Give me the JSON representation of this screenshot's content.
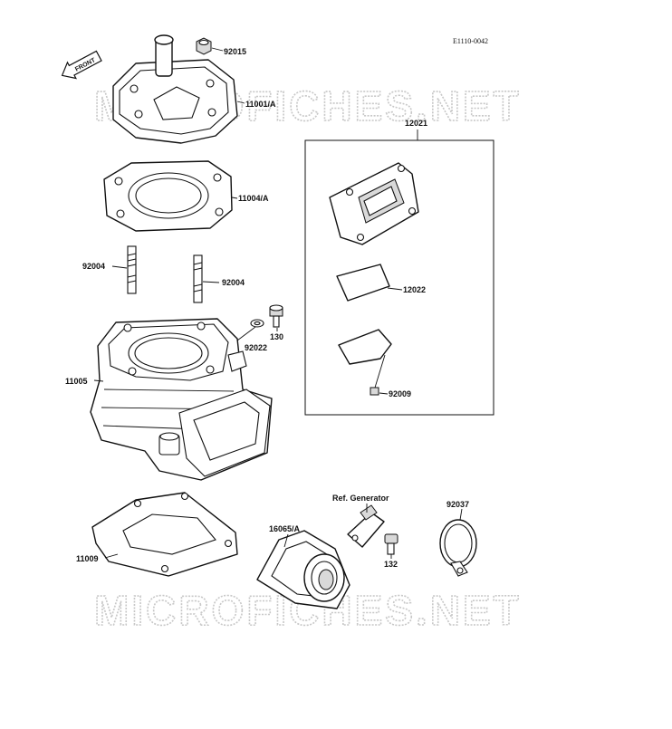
{
  "diagram_code": "E1110-0042",
  "front_tag": "FRONT",
  "watermark": "MICROFICHES.NET",
  "labels": {
    "p92015": "92015",
    "p11001A": "11001/A",
    "p12021": "12021",
    "p11004A": "11004/A",
    "p92004_left": "92004",
    "p92004_right": "92004",
    "p12022": "12022",
    "p92022": "92022",
    "p130": "130",
    "p11005": "11005",
    "p92009": "92009",
    "ref_generator": "Ref. Generator",
    "p92037": "92037",
    "p16065A": "16065/A",
    "p11009": "11009",
    "p132": "132"
  }
}
